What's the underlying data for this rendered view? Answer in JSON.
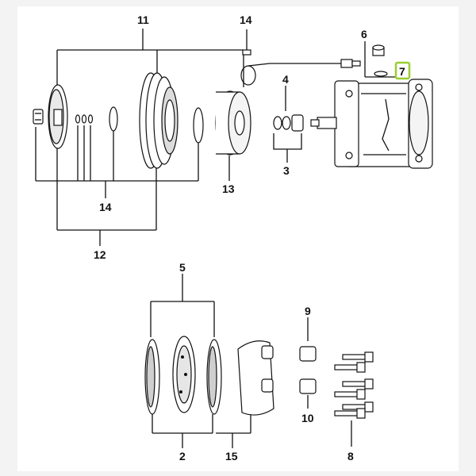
{
  "diagram": {
    "highlighted_callout": "7",
    "highlight_color": "#9acd32",
    "callouts": {
      "c11": "11",
      "c14_top": "14",
      "c6": "6",
      "c7": "7",
      "c4": "4",
      "c3": "3",
      "c13": "13",
      "c14_mid": "14",
      "c12": "12",
      "c5": "5",
      "c9": "9",
      "c10": "10",
      "c2": "2",
      "c15": "15",
      "c8": "8"
    }
  }
}
